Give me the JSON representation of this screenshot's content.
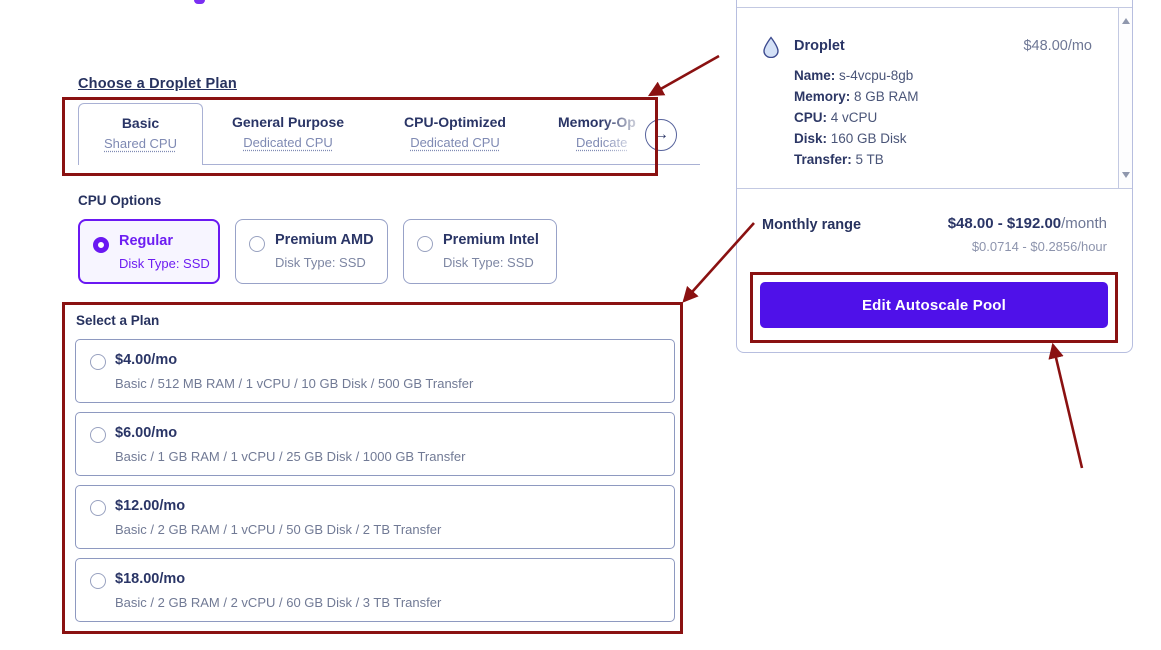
{
  "page": {
    "plan_section_title": "Choose a Droplet Plan",
    "tabs": [
      {
        "label": "Basic",
        "sub": "Shared CPU"
      },
      {
        "label": "General Purpose",
        "sub": "Dedicated CPU"
      },
      {
        "label": "CPU-Optimized",
        "sub": "Dedicated CPU"
      },
      {
        "label": "Memory-Op",
        "sub": "Dedicate"
      }
    ],
    "tabs_next_arrow": "→",
    "cpu_options": {
      "title": "CPU Options",
      "options": [
        {
          "label": "Regular",
          "sub": "Disk Type: SSD",
          "selected": true
        },
        {
          "label": "Premium AMD",
          "sub": "Disk Type: SSD",
          "selected": false
        },
        {
          "label": "Premium Intel",
          "sub": "Disk Type: SSD",
          "selected": false
        }
      ]
    },
    "select_plan": {
      "title": "Select a Plan",
      "plans": [
        {
          "price": "$4.00/mo",
          "desc": "Basic / 512 MB RAM / 1 vCPU / 10 GB Disk / 500 GB Transfer"
        },
        {
          "price": "$6.00/mo",
          "desc": "Basic / 1 GB RAM / 1 vCPU / 25 GB Disk / 1000 GB Transfer"
        },
        {
          "price": "$12.00/mo",
          "desc": "Basic / 2 GB RAM / 1 vCPU / 50 GB Disk / 2 TB Transfer"
        },
        {
          "price": "$18.00/mo",
          "desc": "Basic / 2 GB RAM / 2 vCPU / 60 GB Disk / 3 TB Transfer"
        }
      ]
    }
  },
  "summary": {
    "item": {
      "title": "Droplet",
      "price": "$48.00/mo",
      "details": [
        {
          "label": "Name:",
          "value": " s-4vcpu-8gb"
        },
        {
          "label": "Memory:",
          "value": " 8 GB RAM"
        },
        {
          "label": "CPU:",
          "value": " 4 vCPU"
        },
        {
          "label": "Disk:",
          "value": " 160 GB Disk"
        },
        {
          "label": "Transfer:",
          "value": " 5 TB"
        }
      ]
    },
    "monthly_range_label": "Monthly range",
    "monthly_range_value": "$48.00 - $192.00",
    "monthly_range_unit": "/month",
    "hourly_range": "$0.0714 - $0.2856/hour",
    "edit_button_label": "Edit Autoscale Pool"
  },
  "colors": {
    "accent_purple": "#4f11e9",
    "selected_purple": "#6a18f2",
    "navy_text": "#2a3566",
    "muted_text": "#7d86a3",
    "annotation_red": "#8a1111",
    "card_border": "#98a2c8"
  }
}
